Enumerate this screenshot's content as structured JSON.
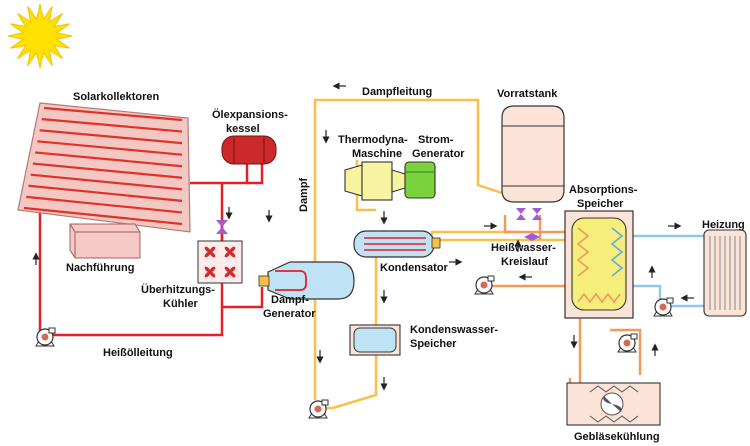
{
  "labels": {
    "solar_collectors": "Solarkollektoren",
    "oil_expansion_l1": "Ölexpansions-",
    "oil_expansion_l2": "kessel",
    "tracking": "Nachführung",
    "superheat_l1": "Überhitzungs-",
    "superheat_l2": "Kühler",
    "hot_oil_line": "Heißölleitung",
    "steam_line": "Dampfleitung",
    "steam": "Dampf",
    "thermo_l1": "Thermodyna-",
    "thermo_l2": "Maschine",
    "power_l1": "Strom-",
    "power_l2": "Generator",
    "storage_tank": "Vorratstank",
    "steam_gen_l1": "Dampf-",
    "steam_gen_l2": "Generator",
    "condenser": "Kondensator",
    "hot_water_l1": "Heißwasser-",
    "hot_water_l2": "Kreislauf",
    "absorption_l1": "Absorptions-",
    "absorption_l2": "Speicher",
    "heating": "Heizung",
    "condensate_l1": "Kondenswasser-",
    "condensate_l2": "Speicher",
    "fan_cooling": "Gebläsekühlung"
  },
  "colors": {
    "hot_oil": "#e4202a",
    "steam_line": "#fbbf45",
    "hot_water": "#f39a5a",
    "cold_water": "#8ec7ea",
    "sun": "#ffe100",
    "collector": "#f3c8c2",
    "expansion_tank": "#cc2a2a",
    "generator": "#7ad33d",
    "turbine": "#f7f3a0",
    "absorption_tank": "#f6ee7a",
    "tank": "#fbe3d8"
  }
}
